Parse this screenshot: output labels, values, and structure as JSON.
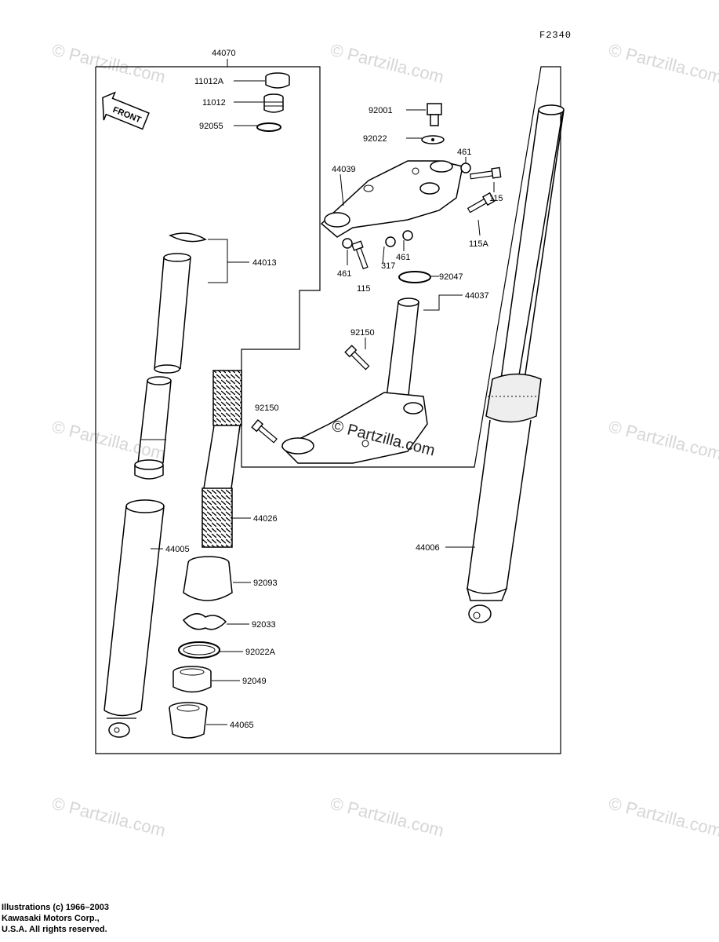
{
  "figure_ref": "F2340",
  "watermark": "© Partzilla.com",
  "front_label": "FRONT",
  "copyright": {
    "line1": "Illustrations (c) 1966–2003",
    "line2": "Kawasaki Motors Corp.,",
    "line3": "U.S.A.  All rights reserved."
  },
  "parts": {
    "p44070": "44070",
    "p11012A": "11012A",
    "p11012": "11012",
    "p92055": "92055",
    "p44013": "44013",
    "p44005": "44005",
    "p44026": "44026",
    "p92093": "92093",
    "p92033": "92033",
    "p92022A": "92022A",
    "p92049": "92049",
    "p44065": "44065",
    "p92001": "92001",
    "p92022": "92022",
    "p461a": "461",
    "p44039": "44039",
    "p115a": "115",
    "p115A": "115A",
    "p461b": "461",
    "p461c": "461",
    "p317": "317",
    "p115b": "115",
    "p92047": "92047",
    "p44037": "44037",
    "p92150a": "92150",
    "p92150b": "92150",
    "p44006": "44006"
  }
}
